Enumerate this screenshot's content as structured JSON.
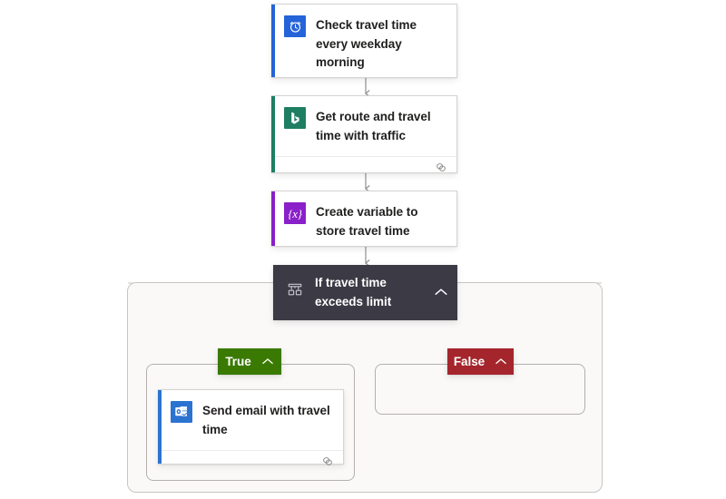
{
  "flow": {
    "nodes": [
      {
        "id": "trigger-recurrence",
        "title": "Check travel time every weekday morning",
        "icon": "alarm-clock-icon",
        "accent_color": "#2563d9",
        "has_footer": false
      },
      {
        "id": "action-bing-maps",
        "title": "Get route and travel time with traffic",
        "icon": "bing-maps-icon",
        "accent_color": "#1e7e62",
        "has_footer": true,
        "footer_icon": "connection-link-icon"
      },
      {
        "id": "action-init-variable",
        "title": "Create variable to store travel time",
        "icon": "variable-braces-icon",
        "accent_color": "#8a20c9",
        "has_footer": false
      }
    ],
    "condition": {
      "id": "condition-travel-time",
      "title": "If travel time exceeds limit",
      "icon": "condition-branch-icon",
      "collapse_icon": "chevron-up-icon",
      "header_color": "#3b3a45",
      "branches": [
        {
          "id": "branch-true",
          "label": "True",
          "color": "#3a7a03",
          "collapse_icon": "chevron-up-icon",
          "actions": [
            {
              "id": "action-send-email",
              "title": "Send email with travel time",
              "icon": "outlook-icon",
              "accent_color": "#2b73d1",
              "has_footer": true,
              "footer_icon": "connection-link-icon"
            }
          ]
        },
        {
          "id": "branch-false",
          "label": "False",
          "color": "#a4262c",
          "collapse_icon": "chevron-up-icon",
          "actions": []
        }
      ]
    }
  },
  "colors": {
    "canvas": "#ffffff",
    "scope_fill": "#faf9f8",
    "connector": "#9a9896",
    "card_text": "#201f1e"
  }
}
